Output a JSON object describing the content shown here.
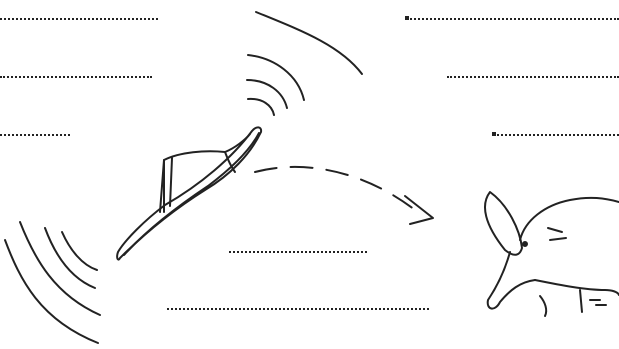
{
  "illustration": {
    "description_icons": [
      "slipper-icon",
      "aardvark-icon",
      "motion-lines-icon",
      "dashed-arrow-icon"
    ]
  },
  "blanks": [
    {
      "id": "blank-1",
      "value": ""
    },
    {
      "id": "blank-2",
      "value": ""
    },
    {
      "id": "blank-3",
      "value": ""
    },
    {
      "id": "blank-4",
      "value": ""
    },
    {
      "id": "blank-5",
      "value": ""
    },
    {
      "id": "blank-6",
      "value": ""
    },
    {
      "id": "blank-7",
      "value": ""
    },
    {
      "id": "blank-8",
      "value": ""
    }
  ],
  "colors": {
    "ink": "#222222",
    "background": "#ffffff"
  }
}
